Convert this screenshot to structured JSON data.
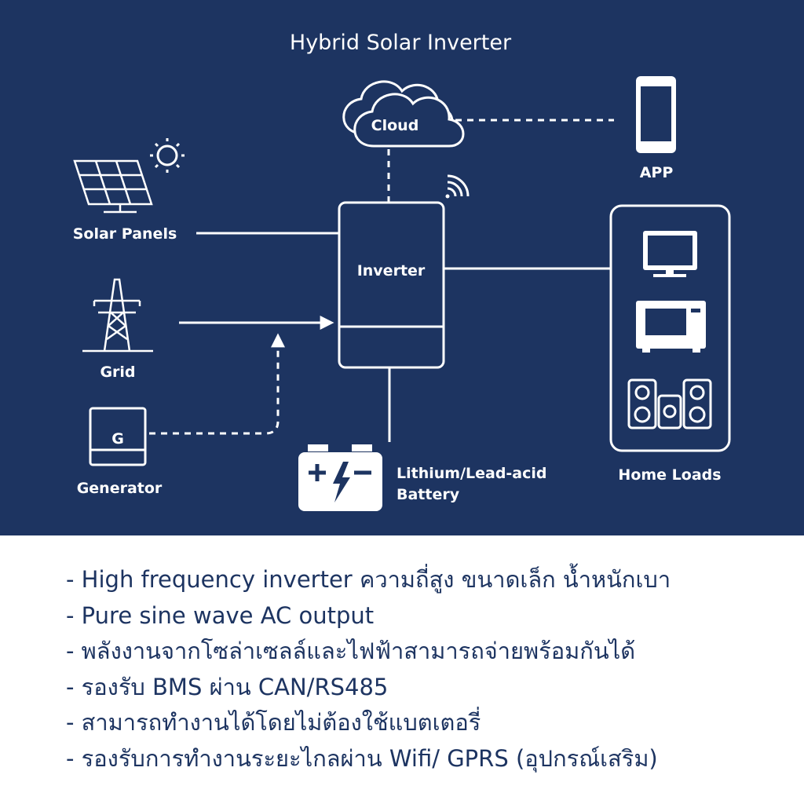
{
  "diagram": {
    "title": "Hybrid Solar Inverter",
    "nodes": {
      "cloud": "Cloud",
      "app": "APP",
      "solar": "Solar Panels",
      "inverter": "Inverter",
      "grid": "Grid",
      "generator": "Generator",
      "generator_letter": "G",
      "battery": "Lithium/Lead-acid",
      "battery_line2": "Battery",
      "loads": "Home Loads"
    },
    "colors": {
      "background": "#1d3461",
      "foreground": "#ffffff"
    }
  },
  "features": [
    "- High frequency inverter ความถี่สูง ขนาดเล็ก น้ำหนักเบา",
    "- Pure sine wave AC output",
    "- พลังงานจากโซล่าเซลล์และไฟฟ้าสามารถจ่ายพร้อมกันได้",
    "- รองรับ BMS ผ่าน CAN/RS485",
    "- สามารถทำงานได้โดยไม่ต้องใช้แบตเตอรี่",
    "- รองรับการทำงานระยะไกลผ่าน Wifi/ GPRS (อุปกรณ์เสริม)"
  ]
}
